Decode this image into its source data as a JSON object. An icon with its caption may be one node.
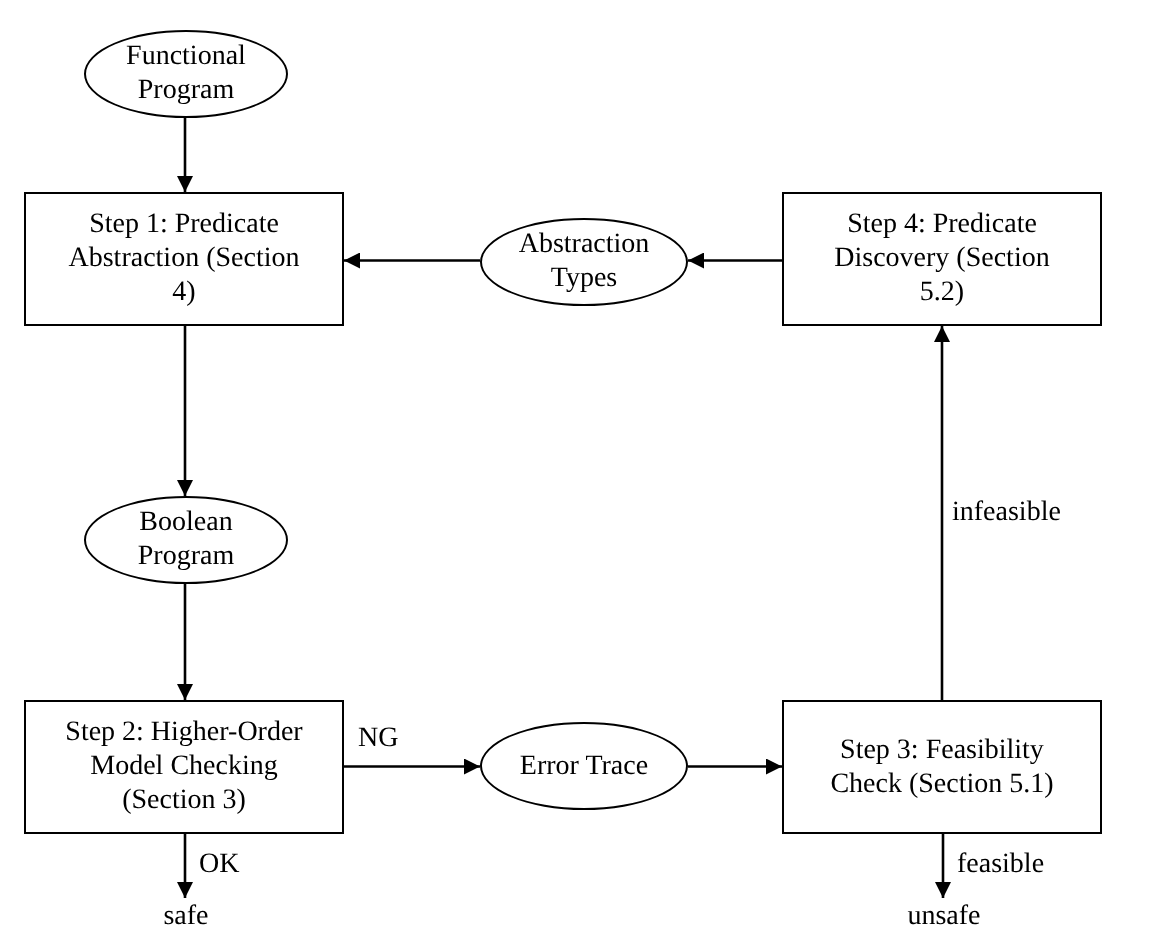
{
  "diagram": {
    "nodes": [
      {
        "text": [
          "Functional Program"
        ]
      },
      {
        "text": [
          "Step 1: Predicate Abstraction (Section 4)"
        ]
      },
      {
        "text": [
          "Abstraction Types"
        ]
      },
      {
        "text": [
          "Step 4: Predicate Discovery (Section 5.2)"
        ]
      },
      {
        "text": [
          "Boolean Program"
        ]
      },
      {
        "text": [
          "Step 2: Higher-Order Model Checking (Section 3)"
        ]
      },
      {
        "text": [
          "Error Trace"
        ]
      },
      {
        "text": [
          "Step 3: Feasibility Check (Section 5.1)"
        ]
      },
      {
        "text": [
          "safe"
        ]
      },
      {
        "text": [
          "unsafe"
        ]
      }
    ],
    "edges": [
      {
        "from": 0,
        "to": 1,
        "arrow": "to"
      },
      {
        "from": 2,
        "to": 1,
        "arrow": "to"
      },
      {
        "from": 3,
        "to": 2,
        "arrow": "to"
      },
      {
        "from": 1,
        "to": 4,
        "arrow": "to"
      },
      {
        "from": 4,
        "to": 5,
        "arrow": "to"
      },
      {
        "from": 5,
        "to": 6,
        "arrow": "to",
        "label": "NG"
      },
      {
        "from": 6,
        "to": 7,
        "arrow": "to"
      },
      {
        "from": 7,
        "to": 3,
        "arrow": "to",
        "label": "infeasible"
      },
      {
        "from": 5,
        "to": 8,
        "arrow": "to",
        "label": "OK"
      },
      {
        "from": 7,
        "to": 9,
        "arrow": "to",
        "label": "feasible"
      }
    ]
  }
}
